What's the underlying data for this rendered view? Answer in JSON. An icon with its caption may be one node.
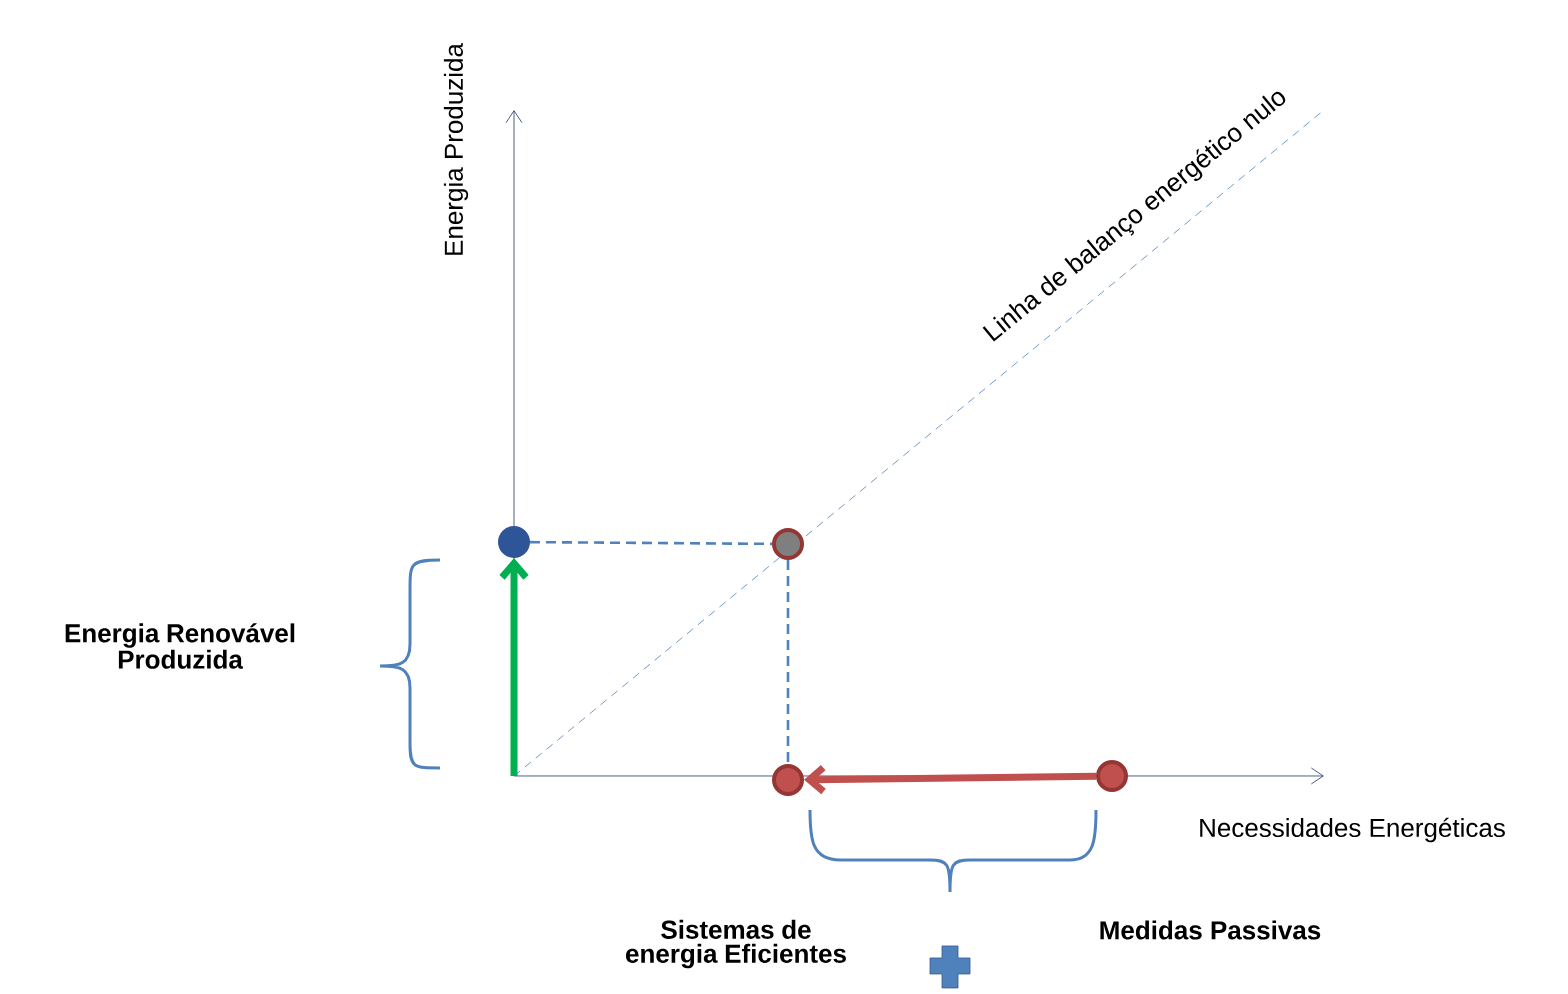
{
  "diagram": {
    "nodes": [
      {
        "text": [],
        "shape": "circle"
      },
      {
        "text": [],
        "shape": "circle"
      },
      {
        "text": [],
        "shape": "circle"
      },
      {
        "text": [],
        "shape": "circle"
      }
    ],
    "edges": [
      {
        "from": null,
        "to": 0,
        "arrow": "to",
        "style": "thick",
        "color": "#00b050"
      },
      {
        "from": 0,
        "to": 1,
        "arrow": "none",
        "style": "dashed"
      },
      {
        "from": 1,
        "to": 2,
        "arrow": "none",
        "style": "dashed"
      },
      {
        "from": 3,
        "to": 2,
        "arrow": "to",
        "style": "thick",
        "color": "#c0504d"
      }
    ],
    "labels": [
      "Energia  Produzida",
      "Linha de balanço energético nulo",
      "Energia Renovável Produzida",
      "Necessidades Energéticas",
      "Sistemas de energia Eficientes",
      "Medidas Passivas"
    ]
  }
}
